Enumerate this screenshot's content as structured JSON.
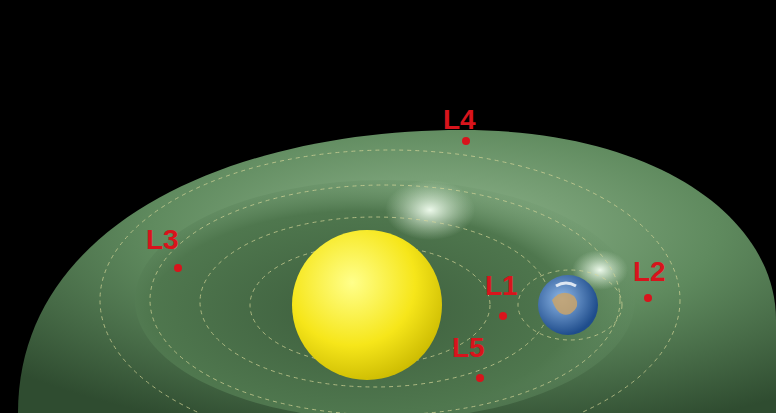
{
  "diagram": {
    "labels": [
      "L4",
      "L3",
      "L1",
      "L5",
      "L2"
    ]
  }
}
